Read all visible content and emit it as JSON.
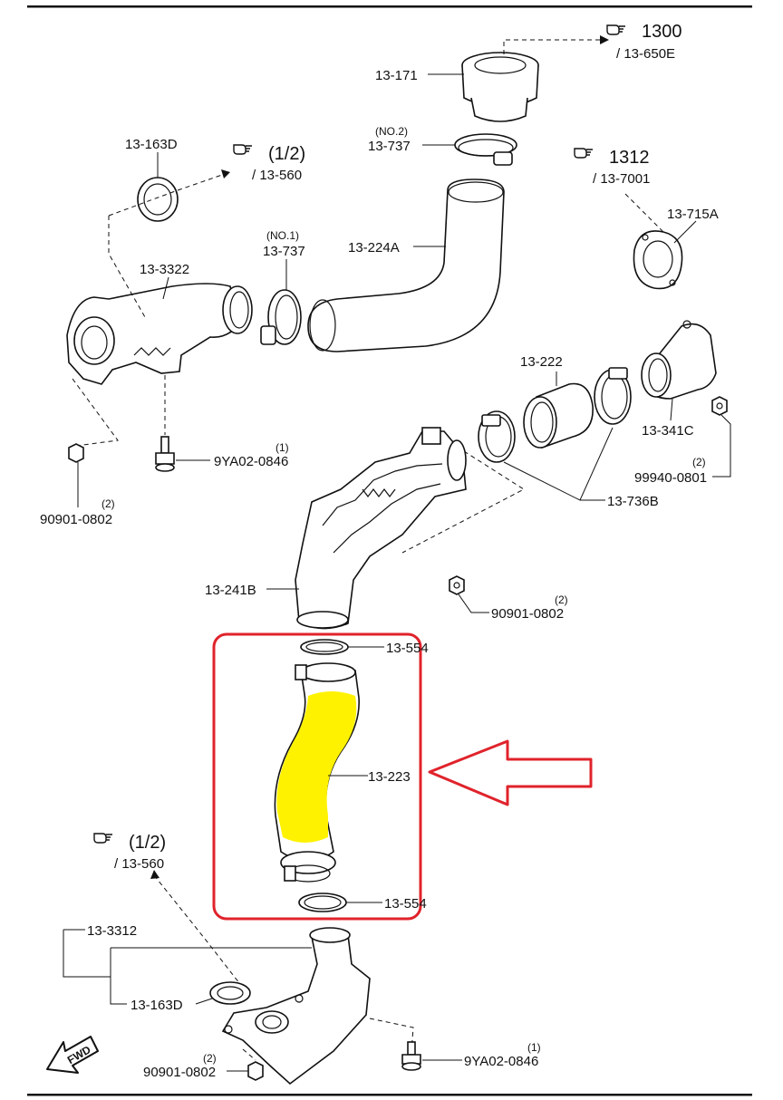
{
  "colors": {
    "highlight_fill": "#fff200",
    "highlight_box": "#e0232b",
    "arrow": "#e0232b",
    "line": "#111111"
  },
  "refs": {
    "r1300": {
      "num": "1300",
      "sub": "/ 13-650E"
    },
    "r1312": {
      "num": "1312",
      "sub": "/ 13-7001"
    },
    "r12_top": {
      "num": "(1/2)",
      "sub": "/ 13-560"
    },
    "r12_bottom": {
      "num": "(1/2)",
      "sub": "/ 13-560"
    }
  },
  "labels": {
    "p13_171": "13-171",
    "p13_737_no2_note": "(NO.2)",
    "p13_737_no2": "13-737",
    "p13_163D_top": "13-163D",
    "p13_224A": "13-224A",
    "p13_737_no1_note": "(NO.1)",
    "p13_737_no1": "13-737",
    "p13_3322": "13-3322",
    "p13_715A": "13-715A",
    "p13_222": "13-222",
    "p13_341C": "13-341C",
    "p9YA02_top_qty": "(1)",
    "p9YA02_top": "9YA02-0846",
    "p99940_qty": "(2)",
    "p99940": "99940-0801",
    "p90901_left_qty": "(2)",
    "p90901_left": "90901-0802",
    "p13_736B": "13-736B",
    "p13_241B": "13-241B",
    "p90901_mid_qty": "(2)",
    "p90901_mid": "90901-0802",
    "p13_554_top": "13-554",
    "p13_223": "13-223",
    "p13_554_bottom": "13-554",
    "p13_3312": "13-3312",
    "p13_163D_bottom": "13-163D",
    "p90901_bottom_qty": "(2)",
    "p90901_bottom": "90901-0802",
    "p9YA02_bottom_qty": "(1)",
    "p9YA02_bottom": "9YA02-0846",
    "fwd": "FWD"
  }
}
